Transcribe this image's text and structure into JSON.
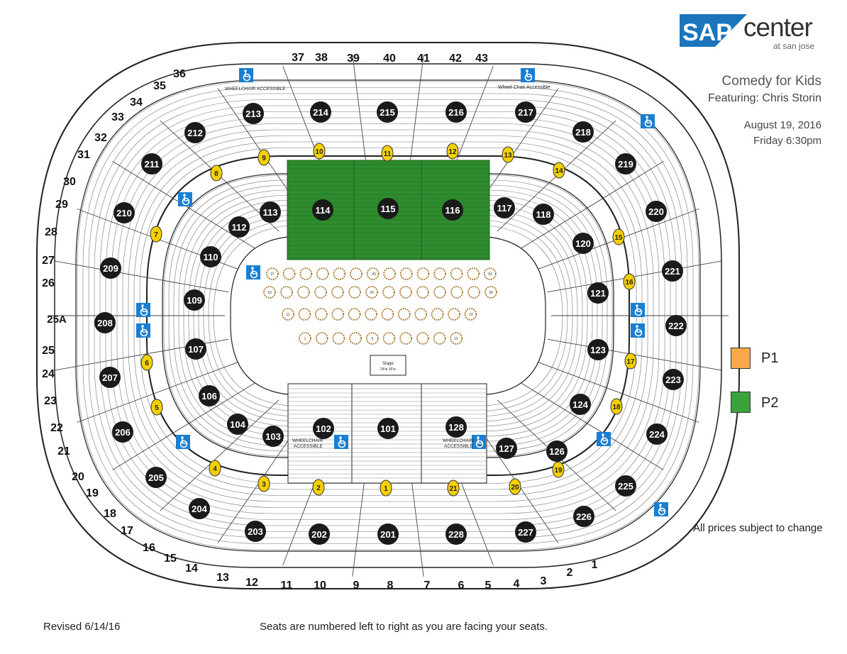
{
  "venue": {
    "logo_brand": "SAP",
    "logo_word": "center",
    "logo_sub": "at san jose"
  },
  "event": {
    "title": "Comedy for Kids",
    "subtitle": "Featuring: Chris Storin",
    "date": "August 19, 2016",
    "time": "Friday 6:30pm"
  },
  "legend": [
    {
      "label": "P1",
      "color": "#f8a94a"
    },
    {
      "label": "P2",
      "color": "#3aa23a"
    }
  ],
  "notes": {
    "prices": "All prices subject to change",
    "revised": "Revised 6/14/16",
    "seats": "Seats are numbered left to right as you are facing your seats."
  },
  "labels": {
    "wheelchair_accessible": "WHEELCHAIR ACCESSIBLE",
    "wheelchair_accessible_alt": "Wheel Chair Accessible",
    "wheelchair": "WHEELCHAIR",
    "accessible": "ACCESSIBLE",
    "stage": "Stage",
    "stage_dims": "24'w 16'w"
  },
  "colors": {
    "p2_green": "#2e8b2e",
    "section_badge": "#1a1a1a",
    "portal_yellow": "#f5d000",
    "accessible_blue": "#1a7fd1"
  },
  "sections_100": [
    {
      "id": "101",
      "price": "none"
    },
    {
      "id": "102",
      "price": "none"
    },
    {
      "id": "103",
      "price": "none"
    },
    {
      "id": "104",
      "price": "none"
    },
    {
      "id": "106",
      "price": "none"
    },
    {
      "id": "107",
      "price": "none"
    },
    {
      "id": "109",
      "price": "none"
    },
    {
      "id": "110",
      "price": "none"
    },
    {
      "id": "112",
      "price": "none"
    },
    {
      "id": "113",
      "price": "none"
    },
    {
      "id": "114",
      "price": "P2"
    },
    {
      "id": "115",
      "price": "P2"
    },
    {
      "id": "116",
      "price": "P2"
    },
    {
      "id": "117",
      "price": "none"
    },
    {
      "id": "118",
      "price": "none"
    },
    {
      "id": "120",
      "price": "none"
    },
    {
      "id": "121",
      "price": "none"
    },
    {
      "id": "123",
      "price": "none"
    },
    {
      "id": "124",
      "price": "none"
    },
    {
      "id": "126",
      "price": "none"
    },
    {
      "id": "127",
      "price": "none"
    },
    {
      "id": "128",
      "price": "none"
    }
  ],
  "sections_200": [
    "201",
    "202",
    "203",
    "204",
    "205",
    "206",
    "207",
    "208",
    "209",
    "210",
    "211",
    "212",
    "213",
    "214",
    "215",
    "216",
    "217",
    "218",
    "219",
    "220",
    "221",
    "222",
    "223",
    "224",
    "225",
    "226",
    "227",
    "228"
  ],
  "suites": [
    "1",
    "2",
    "3",
    "4",
    "5",
    "6",
    "7",
    "8",
    "9",
    "10",
    "11",
    "12",
    "13",
    "14",
    "15",
    "16",
    "17",
    "18",
    "19",
    "20",
    "21",
    "22",
    "23",
    "24",
    "25",
    "25A",
    "26",
    "27",
    "28",
    "29",
    "30",
    "31",
    "32",
    "33",
    "34",
    "35",
    "36",
    "37",
    "38",
    "39",
    "40",
    "41",
    "42",
    "43"
  ],
  "portals": [
    "1",
    "2",
    "3",
    "4",
    "5",
    "6",
    "7",
    "8",
    "9",
    "10",
    "11",
    "12",
    "13",
    "14",
    "15",
    "16",
    "17",
    "18",
    "19",
    "20",
    "21"
  ],
  "tables": {
    "row1": {
      "first": "37",
      "last": "50",
      "mid": "43"
    },
    "row2": {
      "first": "23",
      "last": "36",
      "mid": "29"
    },
    "row3": {
      "first": "11",
      "last": "22"
    },
    "row4": {
      "first": "1",
      "last": "10",
      "mid": "5"
    }
  }
}
